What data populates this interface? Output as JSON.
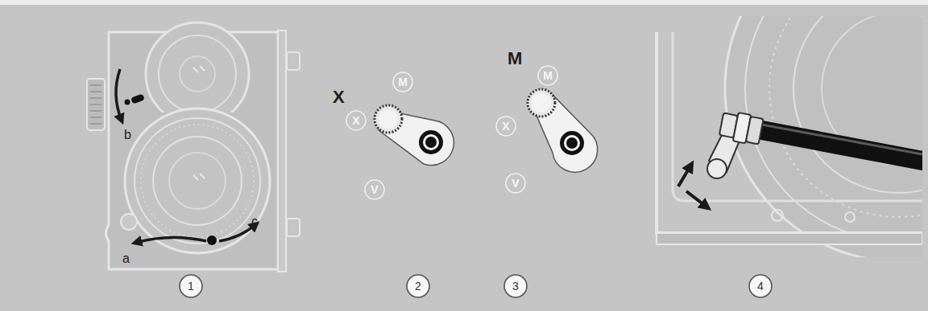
{
  "diagram": {
    "nodes": [
      {
        "text": [
          "1"
        ]
      },
      {
        "text": [
          "M"
        ]
      },
      {
        "text": [
          "X"
        ]
      },
      {
        "text": [
          "V"
        ]
      },
      {
        "text": [
          "2"
        ]
      },
      {
        "text": [
          "M"
        ]
      },
      {
        "text": [
          "X"
        ]
      },
      {
        "text": [
          "V"
        ]
      },
      {
        "text": [
          "3"
        ]
      },
      {
        "text": [
          "4"
        ]
      }
    ],
    "labels": [
      "b",
      "a",
      "c",
      "X",
      "M"
    ]
  }
}
